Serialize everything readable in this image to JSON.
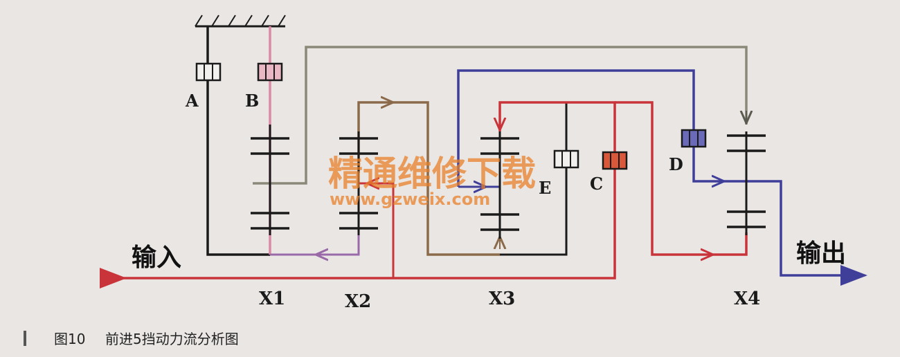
{
  "clutches": {
    "A": "A",
    "B": "B",
    "C": "C",
    "D": "D",
    "E": "E"
  },
  "gearsets": {
    "x1": "X1",
    "x2": "X2",
    "x3": "X3",
    "x4": "X4"
  },
  "io": {
    "input": "输入",
    "output": "输出"
  },
  "watermark": {
    "title": "精通维修下载",
    "url": "www.gzweix.com"
  },
  "caption": {
    "figure": "图10",
    "title": "前进5挡动力流分析图"
  },
  "colors": {
    "background": "#e9e6e4",
    "input_flow": "#c8343a",
    "output_flow": "#3f3f9a",
    "brown_flow": "#8a6a4a",
    "gray_flow": "#8a8878",
    "pink_flow": "#d98aa5",
    "purple_flow": "#9a6aa8",
    "structure": "#1a1a1a",
    "watermark": "#e8802a"
  }
}
